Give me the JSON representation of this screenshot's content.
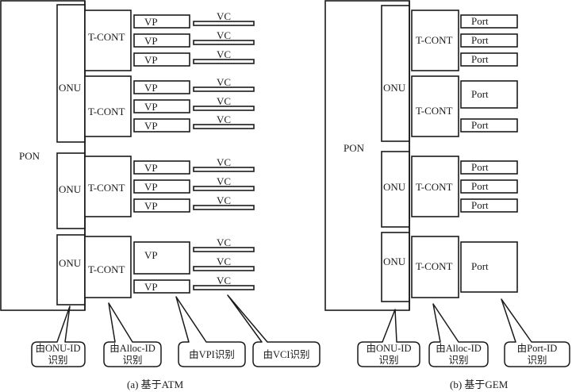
{
  "diagram_a": {
    "caption": "(a) 基于ATM",
    "pon_label": "PON",
    "onu_label": "ONU",
    "tcont_label": "T-CONT",
    "vp_label": "VP",
    "vc_label": "VC",
    "onus": [
      {
        "tconts": [
          {
            "vps": [
              {
                "vcs": 1
              },
              {
                "vcs": 1
              },
              {
                "vcs": 1
              }
            ]
          },
          {
            "vps": [
              {
                "vcs": 1
              },
              {
                "vcs": 1
              },
              {
                "vcs": 1
              }
            ]
          }
        ]
      },
      {
        "tconts": [
          {
            "vps": [
              {
                "vcs": 1
              },
              {
                "vcs": 1
              },
              {
                "vcs": 1
              }
            ]
          }
        ]
      },
      {
        "tconts": [
          {
            "vps": [
              {
                "vcs": 2
              },
              {
                "vcs": 1
              }
            ]
          }
        ]
      }
    ],
    "callouts": [
      {
        "line1": "由ONU-ID",
        "line2": "识别"
      },
      {
        "line1": "由Alloc-ID",
        "line2": "识别"
      },
      {
        "line1": "由VPI识别",
        "line2": ""
      },
      {
        "line1": "由VCI识别",
        "line2": ""
      }
    ]
  },
  "diagram_b": {
    "caption": "(b) 基于GEM",
    "pon_label": "PON",
    "onu_label": "ONU",
    "tcont_label": "T-CONT",
    "port_label": "Port",
    "callouts": [
      {
        "line1": "由ONU-ID",
        "line2": "识别"
      },
      {
        "line1": "由Alloc-ID",
        "line2": "识别"
      },
      {
        "line1": "由Port-ID",
        "line2": "识别"
      }
    ]
  }
}
